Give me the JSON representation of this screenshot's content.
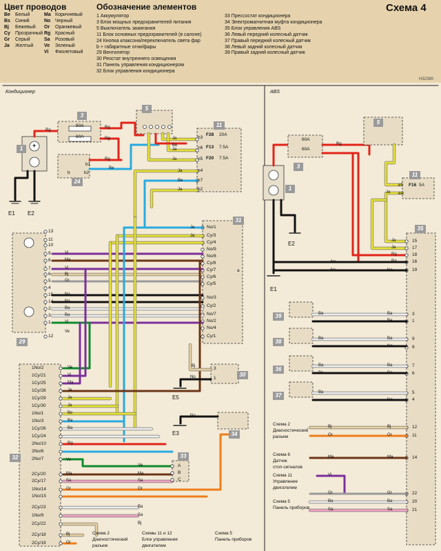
{
  "header": {
    "legend_title": "Цвет проводов",
    "legend": [
      {
        "code": "Be",
        "name": "Белый"
      },
      {
        "code": "Bs",
        "name": "Синий"
      },
      {
        "code": "Bj",
        "name": "Бежевый"
      },
      {
        "code": "Cy",
        "name": "Прозрачный"
      },
      {
        "code": "Gr",
        "name": "Серый"
      },
      {
        "code": "Ja",
        "name": "Желтый"
      },
      {
        "code": "Ma",
        "name": "Коричневый"
      },
      {
        "code": "No",
        "name": "Черный"
      },
      {
        "code": "Or",
        "name": "Оранжевый"
      },
      {
        "code": "Rg",
        "name": "Красный"
      },
      {
        "code": "Sa",
        "name": "Розовый"
      },
      {
        "code": "Ve",
        "name": "Зеленый"
      },
      {
        "code": "Vi",
        "name": "Фиолетовый"
      }
    ],
    "elements_title": "Обозначение элементов",
    "elements_col1": [
      "1  Аккумулятор",
      "3  Блок мощных предохранителей питания",
      "5  Выключатель зажигания",
      "11  Блок основных предохранителей (в салоне)",
      "24  Кнопка клаксона/переключатель света фар",
      "     b + габаритные огни/фары",
      "29  Вентилятор",
      "30  Реостат внутреннего освещения",
      "31  Панель управления кондиционером",
      "32  Блок управления кондиционера"
    ],
    "elements_col2": [
      "33  Прессостат кондиционера",
      "34  Электромагнитная муфта кондиционера",
      "35  Блок управления ABS",
      "36  Левый передний колесный датчик",
      "37  Правый передний колесный датчик",
      "38  Левый задний колесный датчик",
      "39  Правый задний колесный датчик"
    ],
    "scheme": "Схема 4",
    "code": "H32380"
  },
  "sections": {
    "left": "Кондиционер",
    "right": "ABS"
  },
  "labels": {
    "l3": "3",
    "l5": "5",
    "l11": "11",
    "l1": "1",
    "l24": "24",
    "l31": "31",
    "l29": "29",
    "l30": "30",
    "l34": "34",
    "l32": "32",
    "l33": "33",
    "r5": "5",
    "r3": "3",
    "r1": "1",
    "r11": "11",
    "r35": "35",
    "r39": "39",
    "r38": "38",
    "r36": "36",
    "r37": "37",
    "E1": "E1",
    "E2": "E2",
    "E5": "E5",
    "E3": "E3",
    "rE2": "E2",
    "rE1": "E1"
  },
  "fuses": {
    "f60a": "60A",
    "f60b": "60A",
    "rf60a": "60A",
    "rf60b": "60A",
    "f28": "F28",
    "f28v": "20A",
    "f13": "F13",
    "f13v": "7.5A",
    "f20": "F20",
    "f20v": "7.5A",
    "f16": "F16",
    "f16v": "5A"
  },
  "pins": {
    "h3": "h3",
    "n6": "n6",
    "n5": "n5",
    "n4": "n4",
    "n7": "n7",
    "h2": "h2",
    "b1": "b1",
    "b2": "b2",
    "b": "b",
    "a": "a",
    "p31": [
      "No/1",
      "Cy/3",
      "Cy/4",
      "No/9",
      "No/8",
      "Cy/8",
      "Cy/7",
      "Cy/6",
      "Cy/5",
      "No/3",
      "Cy/2",
      "No/7",
      "No/2",
      "No/4",
      "Cy/1"
    ],
    "p32": [
      "1No/2",
      "1Cy/21",
      "1Cy/25",
      "1Cy/28",
      "1Cy/29",
      "1Cy/30",
      "1No/1",
      "1No/3",
      "1Cy/26",
      "1Cy/24",
      "2No/10",
      "2No/6",
      "2No/7",
      "2Cy/20",
      "2Cy/17",
      "1No/14",
      "1No/15",
      "2Cy/23",
      "1No/9",
      "2Cy/22",
      "2Cy/18",
      "2Cy/19"
    ],
    "p29": [
      "13",
      "11",
      "10",
      "9",
      "8",
      "7",
      "6",
      "5",
      "4",
      "15",
      "14",
      "2",
      "3",
      "1",
      "12"
    ],
    "p33": [
      "A",
      "B",
      "C"
    ],
    "p30": [
      "3",
      "1"
    ],
    "p35": [
      "15",
      "17",
      "18",
      "16",
      "19",
      "3",
      "1",
      "9",
      "8",
      "7",
      "6",
      "5",
      "4",
      "12",
      "11",
      "14",
      "22",
      "20",
      "21"
    ],
    "re": [
      "e5",
      "e4"
    ]
  },
  "wire_labels": {
    "left": [
      "Rg",
      "Rg",
      "Rg",
      "Rg",
      "Be",
      "Ja",
      "Ja",
      "Ja",
      "Be",
      "Ja",
      "Be",
      "Ja",
      "Ja",
      "Ja",
      "Vi",
      "Ma",
      "Vi",
      "Bj",
      "Gr",
      "No",
      "No",
      "Ba",
      "Ba",
      "Vi",
      "Ve",
      "Ve",
      "Vi",
      "Ma",
      "Ja",
      "Ja",
      "Ja",
      "Be",
      "Ba",
      "Ba",
      "Rg",
      "Ve",
      "Ma",
      "Sa",
      "Or",
      "Ba",
      "Sa",
      "Bj",
      "Bj",
      "Or",
      "Bj",
      "No",
      "No",
      "Ve",
      "Ma",
      "Sa",
      "Or"
    ],
    "right": [
      "Rg",
      "Ja",
      "Ja",
      "Ja",
      "Rg",
      "Rg",
      "No",
      "No",
      "No",
      "Ba",
      "Ba",
      "Ba",
      "No",
      "Ba",
      "Ba",
      "Ba",
      "No",
      "Ba",
      "Ba",
      "Ba",
      "Ba",
      "Bj",
      "Or",
      "Bj",
      "Or",
      "Ma",
      "Ma",
      "Vi",
      "Gr",
      "Gr",
      "Ba",
      "Sa",
      "Ba",
      "Sa"
    ]
  },
  "notes": {
    "left": [
      {
        "a": "Схема 2",
        "b": "Диагностический",
        "c": "разъем"
      },
      {
        "a": "Схемы 11 и 12",
        "b": "Блок управления",
        "c": "двигателем"
      },
      {
        "a": "Схема 5",
        "b": "Панель приборов",
        "c": ""
      }
    ],
    "right": [
      {
        "a": "Схема 2",
        "b": "Диагностический",
        "c": "разъем"
      },
      {
        "a": "Схема 6",
        "b": "Датчик",
        "c": "стоп-сигналов"
      },
      {
        "a": "Схема 11",
        "b": "Управление",
        "c": "двигателем"
      },
      {
        "a": "Схема 5",
        "b": "Панель приборов",
        "c": ""
      }
    ]
  },
  "colors": {
    "Rg": "#e2231a",
    "Be": "#27aae1",
    "Ja": "#e8e233",
    "Vi": "#7b2f9b",
    "Ma": "#6b3516",
    "No": "#111111",
    "Gr": "#9a9a9a",
    "Ve": "#0e8a2c",
    "Sa": "#f3a3c4",
    "Or": "#ee7d1a",
    "Bj": "#e6cfa0",
    "Ba": "#eeeeee"
  }
}
